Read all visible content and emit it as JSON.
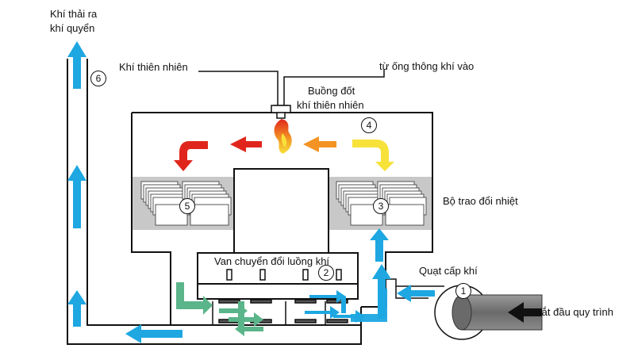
{
  "labels": {
    "exhaust_line1": "Khí thải ra",
    "exhaust_line2": "khí quyển",
    "natural_gas": "Khí thiên nhiên",
    "vent_inlet": "từ ống thông khí vào",
    "burner_line1": "Buồng đốt",
    "burner_line2": "khí thiên nhiên",
    "heat_exchanger": "Bộ trao đổi nhiệt",
    "valve": "Van chuyển đổi luồng khí",
    "fan": "Quạt cấp khí",
    "start": "Bắt đầu quy trình"
  },
  "callouts": {
    "n1": "1",
    "n2": "2",
    "n3": "3",
    "n4": "4",
    "n5": "5",
    "n6": "6"
  },
  "colors": {
    "outline": "#111111",
    "blue_flow": "#1ea7e1",
    "green_flow": "#5bb58a",
    "red_flow": "#e0261c",
    "yellow_flow": "#f7e23a",
    "orange_flow": "#f39324",
    "heat_exchanger_fill": "#c8c8c8",
    "fan_body": "#7a7a7a"
  }
}
